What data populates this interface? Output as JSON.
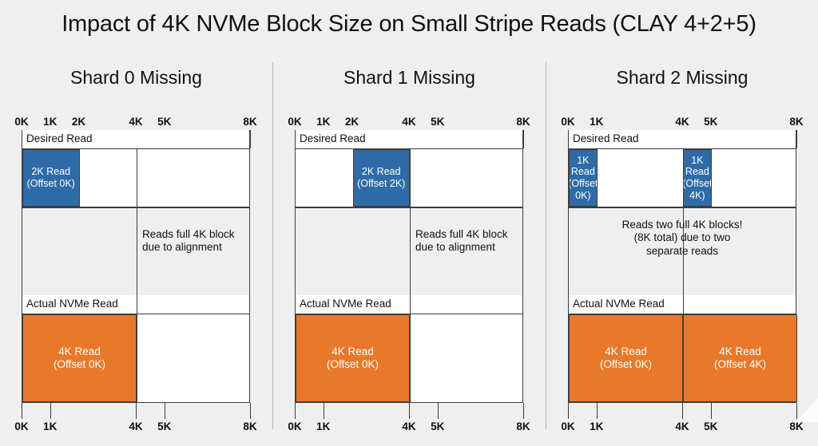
{
  "title": "Impact of 4K NVMe Block Size on Small Stripe Reads (CLAY 4+2+5)",
  "colors": {
    "background": "#efefef",
    "desired_read_block": "#2f6ba7",
    "actual_read_block": "#e8792b",
    "frame": "#3d3d3d",
    "text": "#111111"
  },
  "axis": {
    "unit": "K",
    "min": 0,
    "max": 8,
    "top_labels_default": [
      "0K",
      "1K",
      "2K",
      "4K",
      "5K",
      "8K"
    ],
    "top_values_default": [
      0,
      1,
      2,
      4,
      5,
      8
    ],
    "top_labels_panel3": [
      "0K",
      "1K",
      "4K",
      "5K",
      "8K"
    ],
    "top_values_panel3": [
      0,
      1,
      4,
      5,
      8
    ],
    "top_tick_values": [
      0,
      4,
      5,
      8
    ],
    "bottom_labels": [
      "0K",
      "1K",
      "4K",
      "5K",
      "8K"
    ],
    "bottom_values": [
      0,
      1,
      4,
      5,
      8
    ],
    "bottom_tick_values": [
      0,
      1,
      4,
      5,
      8
    ]
  },
  "row_captions": {
    "desired": "Desired Read",
    "actual": "Actual NVMe Read"
  },
  "panels": [
    {
      "id": "shard-0",
      "title": "Shard 0 Missing",
      "top_axis_labels": [
        "0K",
        "1K",
        "2K",
        "4K",
        "5K",
        "8K"
      ],
      "top_axis_values": [
        0,
        1,
        2,
        4,
        5,
        8
      ],
      "desired_blocks": [
        {
          "start": 0,
          "end": 2,
          "lines": [
            "2K Read",
            "(Offset 0K)"
          ]
        }
      ],
      "actual_blocks": [
        {
          "start": 0,
          "end": 4,
          "lines": [
            "4K Read",
            "(Offset 0K)"
          ]
        }
      ],
      "annotation": "Reads full 4K block\ndue to alignment"
    },
    {
      "id": "shard-1",
      "title": "Shard 1 Missing",
      "top_axis_labels": [
        "0K",
        "1K",
        "2K",
        "4K",
        "5K",
        "8K"
      ],
      "top_axis_values": [
        0,
        1,
        2,
        4,
        5,
        8
      ],
      "desired_blocks": [
        {
          "start": 2,
          "end": 4,
          "lines": [
            "2K Read",
            "(Offset 2K)"
          ]
        }
      ],
      "actual_blocks": [
        {
          "start": 0,
          "end": 4,
          "lines": [
            "4K Read",
            "(Offset 0K)"
          ]
        }
      ],
      "annotation": "Reads full 4K block\ndue to alignment"
    },
    {
      "id": "shard-2",
      "title": "Shard 2 Missing",
      "top_axis_labels": [
        "0K",
        "1K",
        "4K",
        "5K",
        "8K"
      ],
      "top_axis_values": [
        0,
        1,
        4,
        5,
        8
      ],
      "desired_blocks": [
        {
          "start": 0,
          "end": 1,
          "lines": [
            "1K Read",
            "(Offset",
            "0K)"
          ]
        },
        {
          "start": 4,
          "end": 5,
          "lines": [
            "1K Read",
            "(Offset",
            "4K)"
          ]
        }
      ],
      "actual_blocks": [
        {
          "start": 0,
          "end": 4,
          "lines": [
            "4K Read",
            "(Offset 0K)"
          ]
        },
        {
          "start": 4,
          "end": 8,
          "lines": [
            "4K Read",
            "(Offset 4K)"
          ]
        }
      ],
      "annotation": "Reads two full 4K blocks!\n(8K total) due to two\nseparate reads"
    }
  ]
}
